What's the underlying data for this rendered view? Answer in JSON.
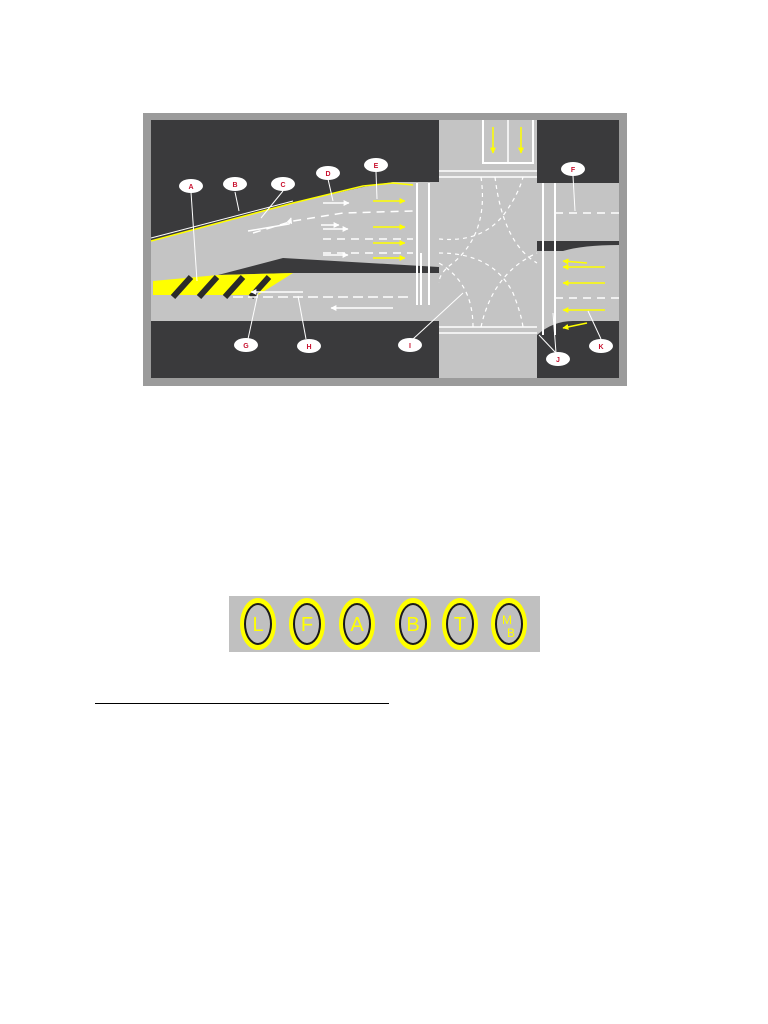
{
  "diagram": {
    "callouts": [
      {
        "id": "callout-a",
        "label": "A"
      },
      {
        "id": "callout-b",
        "label": "B"
      },
      {
        "id": "callout-c",
        "label": "C"
      },
      {
        "id": "callout-d",
        "label": "D"
      },
      {
        "id": "callout-e",
        "label": "E"
      },
      {
        "id": "callout-f",
        "label": "F"
      },
      {
        "id": "callout-g",
        "label": "G"
      },
      {
        "id": "callout-h",
        "label": "H"
      },
      {
        "id": "callout-i",
        "label": "I"
      },
      {
        "id": "callout-j",
        "label": "J"
      },
      {
        "id": "callout-k",
        "label": "K"
      }
    ],
    "colors": {
      "frame": "#9b9b9b",
      "block": "#3a3a3c",
      "road": "#c4c4c4",
      "marking_white": "#ffffff",
      "marking_yellow": "#ffff00",
      "callout_fill": "#ffffff",
      "callout_text": "#c8102e"
    }
  },
  "legend": {
    "codes": [
      "L",
      "F",
      "A",
      "B",
      "T",
      "M",
      "B"
    ],
    "colors": {
      "strip": "#c0c0c0",
      "ring_outer": "#ffff00",
      "ring_inner": "#1a1a1a",
      "disc": "#c0c0c0",
      "letter": "#ffff00"
    }
  }
}
